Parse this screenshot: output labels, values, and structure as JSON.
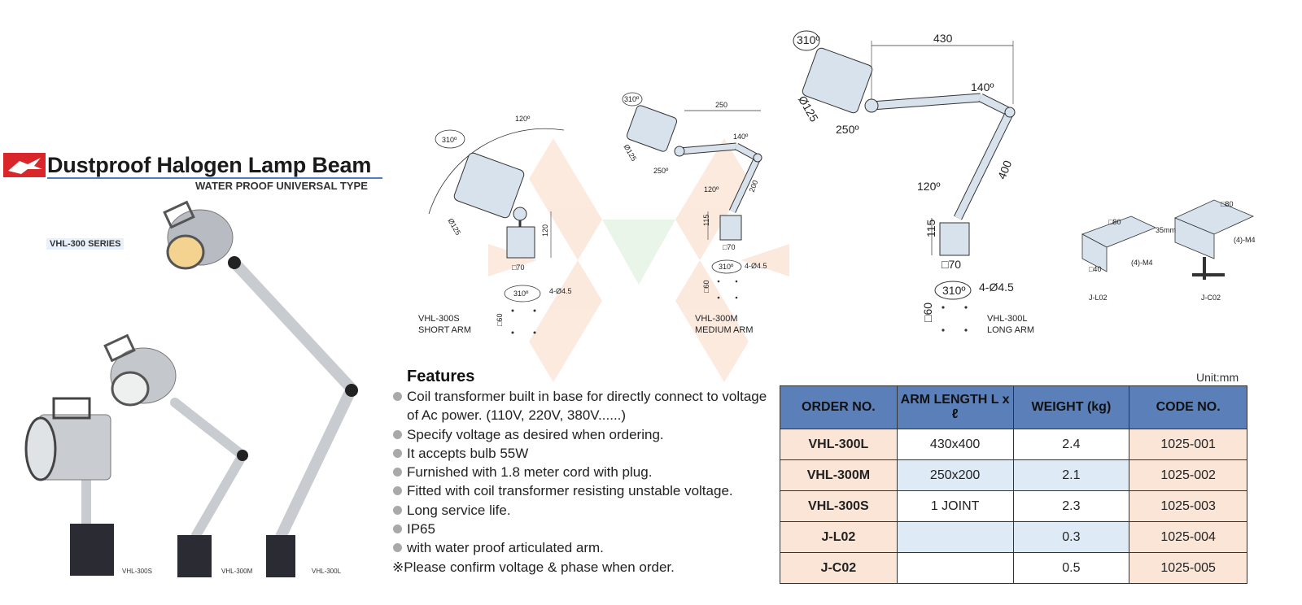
{
  "header": {
    "title": "Dustproof Halogen Lamp Beam",
    "subtitle": "WATER PROOF UNIVERSAL TYPE",
    "series": "VHL-300 SERIES"
  },
  "photo_labels": [
    "VHL-300S",
    "VHL-300M",
    "VHL-300L"
  ],
  "drawings": {
    "short": {
      "name": "VHL-300S",
      "arm": "SHORT ARM",
      "dims": {
        "rot": "310º",
        "angle": "120º",
        "dia": "Ø125",
        "height": "120",
        "base": "□70",
        "bottom_rot": "310º",
        "holes": "4-Ø4.5",
        "mount": "□60"
      }
    },
    "medium": {
      "name": "VHL-300M",
      "arm": "MEDIUM ARM",
      "dims": {
        "rot": "310º",
        "len": "250",
        "angle1": "140º",
        "angle2": "120º",
        "dia": "Ø125",
        "tilt": "250º",
        "arm": "200",
        "height": "115",
        "base": "□70",
        "bottom_rot": "310º",
        "holes": "4-Ø4.5",
        "mount": "□60"
      }
    },
    "long": {
      "name": "VHL-300L",
      "arm": "LONG ARM",
      "dims": {
        "rot": "310º",
        "len": "430",
        "angle1": "140º",
        "angle2": "120º",
        "dia": "Ø125",
        "tilt": "250º",
        "arm": "400",
        "height": "115",
        "base": "□70",
        "bottom_rot": "310º",
        "holes": "4-Ø4.5",
        "mount": "□60"
      }
    }
  },
  "brackets": {
    "jl02": {
      "label": "J-L02",
      "d1": "□80",
      "d2": "□40",
      "d3": "(4)-M4"
    },
    "jc02": {
      "label": "J-C02",
      "d1": "□80",
      "d2": "35mm",
      "d3": "(4)-M4"
    }
  },
  "features": {
    "title": "Features",
    "items": [
      "Coil transformer built in base for directly connect to voltage of Ac power. (110V, 220V, 380V......)",
      "Specify voltage as desired when ordering.",
      "It accepts bulb 55W",
      "Furnished with 1.8 meter cord with plug.",
      "Fitted with coil transformer resisting unstable voltage.",
      "Long service life.",
      "IP65",
      "with water proof articulated arm."
    ],
    "note": "※Please confirm voltage & phase when order."
  },
  "table": {
    "unit": "Unit:mm",
    "headers": [
      "ORDER NO.",
      "ARM LENGTH L x ℓ",
      "WEIGHT (kg)",
      "CODE NO."
    ],
    "rows": [
      [
        "VHL-300L",
        "430x400",
        "2.4",
        "1025-001"
      ],
      [
        "VHL-300M",
        "250x200",
        "2.1",
        "1025-002"
      ],
      [
        "VHL-300S",
        "1 JOINT",
        "2.3",
        "1025-003"
      ],
      [
        "J-L02",
        "",
        "0.3",
        "1025-004"
      ],
      [
        "J-C02",
        "",
        "0.5",
        "1025-005"
      ]
    ]
  },
  "colors": {
    "lamp_body": "#d7e2ec",
    "header_blue": "#5b7fb8",
    "row_peach": "#fbe5d6",
    "row_blue": "#deebf7",
    "brand_red": "#d8262b"
  }
}
